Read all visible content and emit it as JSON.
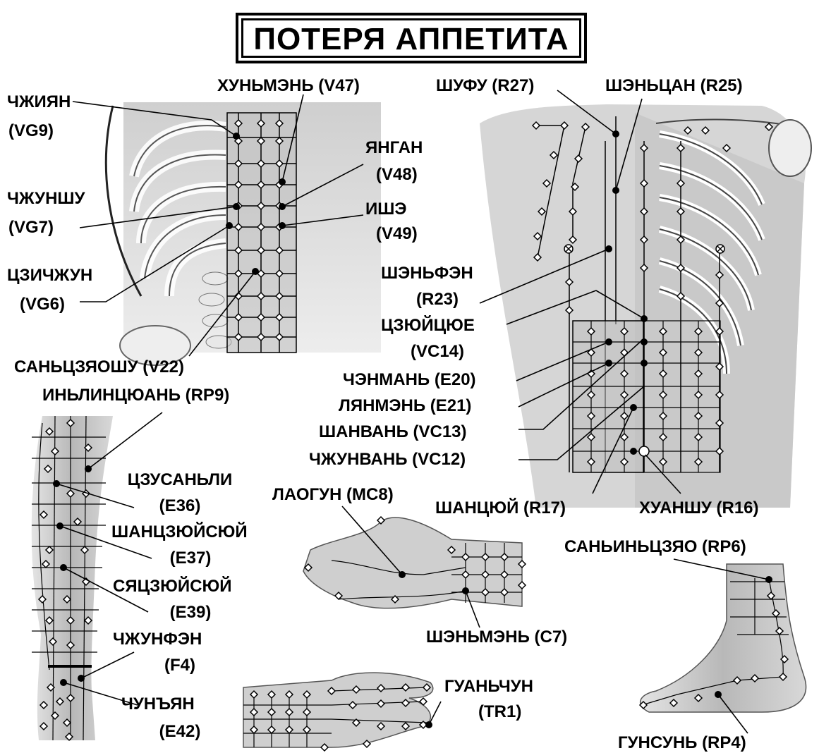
{
  "title": "ПОТЕРЯ АППЕТИТА",
  "points": {
    "p_vg9_name": "ЧЖИЯН",
    "p_vg9_code": "(VG9)",
    "p_vg7_name": "ЧЖУНШУ",
    "p_vg7_code": "(VG7)",
    "p_vg6_name": "ЦЗИЧЖУН",
    "p_vg6_code": "(VG6)",
    "p_v47": "ХУНЬМЭНЬ (V47)",
    "p_v48_name": "ЯНГАН",
    "p_v48_code": "(V48)",
    "p_v49_name": "ИШЭ",
    "p_v49_code": "(V49)",
    "p_v22": "САНЬЦЗЯОШУ (V22)",
    "p_r27": "ШУФУ (R27)",
    "p_r25": "ШЭНЬЦАН (R25)",
    "p_r23_name": "ШЭНЬФЭН",
    "p_r23_code": "(R23)",
    "p_vc14_name": "ЦЗЮЙЦЮЕ",
    "p_vc14_code": "(VC14)",
    "p_e20": "ЧЭНМАНЬ (E20)",
    "p_e21": "ЛЯНМЭНЬ (E21)",
    "p_vc13": "ШАНВАНЬ (VC13)",
    "p_vc12": "ЧЖУНВАНЬ (VC12)",
    "p_r17": "ШАНЦЮЙ (R17)",
    "p_r16": "ХУАНШУ (R16)",
    "p_rp9": "ИНЬЛИНЦЮАНЬ (RP9)",
    "p_e36_name": "ЦЗУСАНЬЛИ",
    "p_e36_code": "(E36)",
    "p_e37_name": "ШАНЦЗЮЙСЮЙ",
    "p_e37_code": "(E37)",
    "p_e39_name": "СЯЦЗЮЙСЮЙ",
    "p_e39_code": "(E39)",
    "p_f4_name": "ЧЖУНФЭН",
    "p_f4_code": "(F4)",
    "p_e42_name": "ЧУНЪЯН",
    "p_e42_code": "(E42)",
    "p_mc8": "ЛАОГУН (MC8)",
    "p_c7": "ШЭНЬМЭНЬ (C7)",
    "p_tr1_name": "ГУАНЬЧУН",
    "p_tr1_code": "(TR1)",
    "p_rp6": "САНЬИНЬЦЗЯО (RP6)",
    "p_rp4": "ГУНСУНЬ (RP4)"
  }
}
